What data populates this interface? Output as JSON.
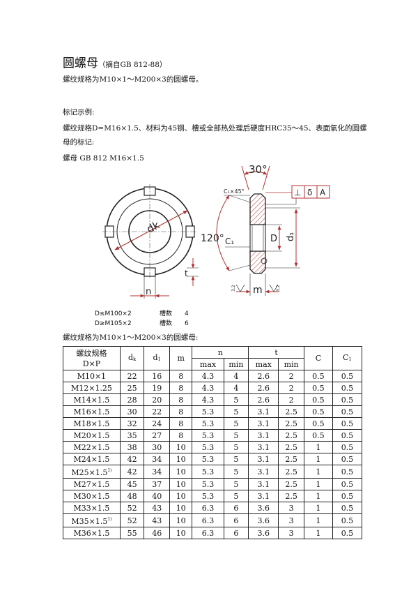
{
  "header": {
    "title": "圆螺母",
    "title_note": "（摘自GB 812-88）"
  },
  "intro": {
    "spec_range": "螺纹规格为M10×1～M200×3的圆螺母。",
    "marking_label": "标记示例:",
    "marking_line1": "螺纹规格D=M16×1.5、材料为45钢、槽或全部热处理后硬度HRC35～45、表面氧化的圆螺",
    "marking_line2": "母的标记:",
    "marking_example": "螺母   GB 812   M16×1.5"
  },
  "drawing": {
    "angle_top": "30°",
    "angle_side": "120°",
    "chamfer": "C₁×45°",
    "label_dk": "dk",
    "label_d1": "d₁",
    "label_D": "D",
    "label_C1": "C₁",
    "label_m": "m",
    "label_n": "n",
    "label_t": "t",
    "tol_perp": "⊥",
    "tol_delta": "δ",
    "tol_datum": "A",
    "rough_left": "3.2",
    "rough_right": "3.2",
    "slot_rows": [
      {
        "cond": "D≤M100×2",
        "label": "槽数",
        "count": "4"
      },
      {
        "cond": "D≥M105×2",
        "label": "槽数",
        "count": "6"
      }
    ]
  },
  "table": {
    "caption": "螺纹规格为M10×1～M200×3的圆螺母:",
    "headers": {
      "spec_line1": "螺纹规格",
      "spec_line2": "D×P",
      "dk": "d",
      "dk_sub": "k",
      "d1": "d",
      "d1_sub": "1",
      "m": "m",
      "n": "n",
      "t": "t",
      "C": "C",
      "C1": "C",
      "C1_sub": "1",
      "max": "max",
      "min": "min"
    },
    "rows": [
      {
        "spec": "M10×1",
        "sup": "",
        "dk": "22",
        "d1": "16",
        "m": "8",
        "n_max": "4.3",
        "n_min": "4",
        "t_max": "2.6",
        "t_min": "2",
        "C": "0.5",
        "C1": "0.5"
      },
      {
        "spec": "M12×1.25",
        "sup": "",
        "dk": "25",
        "d1": "19",
        "m": "8",
        "n_max": "4.3",
        "n_min": "4",
        "t_max": "2.6",
        "t_min": "2",
        "C": "0.5",
        "C1": "0.5"
      },
      {
        "spec": "M14×1.5",
        "sup": "",
        "dk": "28",
        "d1": "20",
        "m": "8",
        "n_max": "4.3",
        "n_min": "5",
        "t_max": "2.6",
        "t_min": "2",
        "C": "0.5",
        "C1": "0.5"
      },
      {
        "spec": "M16×1.5",
        "sup": "",
        "dk": "30",
        "d1": "22",
        "m": "8",
        "n_max": "5.3",
        "n_min": "5",
        "t_max": "3.1",
        "t_min": "2.5",
        "C": "0.5",
        "C1": "0.5"
      },
      {
        "spec": "M18×1.5",
        "sup": "",
        "dk": "32",
        "d1": "24",
        "m": "8",
        "n_max": "5.3",
        "n_min": "5",
        "t_max": "3.1",
        "t_min": "2.5",
        "C": "0.5",
        "C1": "0.5"
      },
      {
        "spec": "M20×1.5",
        "sup": "",
        "dk": "35",
        "d1": "27",
        "m": "8",
        "n_max": "5.3",
        "n_min": "5",
        "t_max": "3.1",
        "t_min": "2.5",
        "C": "0.5",
        "C1": "0.5"
      },
      {
        "spec": "M22×1.5",
        "sup": "",
        "dk": "38",
        "d1": "30",
        "m": "10",
        "n_max": "5.3",
        "n_min": "5",
        "t_max": "3.1",
        "t_min": "2.5",
        "C": "1",
        "C1": "0.5"
      },
      {
        "spec": "M24×1.5",
        "sup": "",
        "dk": "42",
        "d1": "34",
        "m": "10",
        "n_max": "5.3",
        "n_min": "5",
        "t_max": "3.1",
        "t_min": "2.5",
        "C": "1",
        "C1": "0.5"
      },
      {
        "spec": "M25×1.5",
        "sup": "1)",
        "dk": "42",
        "d1": "34",
        "m": "10",
        "n_max": "5.3",
        "n_min": "5",
        "t_max": "3.1",
        "t_min": "2.5",
        "C": "1",
        "C1": "0.5"
      },
      {
        "spec": "M27×1.5",
        "sup": "",
        "dk": "45",
        "d1": "37",
        "m": "10",
        "n_max": "5.3",
        "n_min": "5",
        "t_max": "3.1",
        "t_min": "2.5",
        "C": "1",
        "C1": "0.5"
      },
      {
        "spec": "M30×1.5",
        "sup": "",
        "dk": "48",
        "d1": "40",
        "m": "10",
        "n_max": "5.3",
        "n_min": "5",
        "t_max": "3.1",
        "t_min": "2.5",
        "C": "1",
        "C1": "0.5"
      },
      {
        "spec": "M33×1.5",
        "sup": "",
        "dk": "52",
        "d1": "43",
        "m": "10",
        "n_max": "6.3",
        "n_min": "6",
        "t_max": "3.6",
        "t_min": "3",
        "C": "1",
        "C1": "0.5"
      },
      {
        "spec": "M35×1.5",
        "sup": "1)",
        "dk": "52",
        "d1": "43",
        "m": "10",
        "n_max": "6.3",
        "n_min": "6",
        "t_max": "3.6",
        "t_min": "3",
        "C": "1",
        "C1": "0.5"
      },
      {
        "spec": "M36×1.5",
        "sup": "",
        "dk": "55",
        "d1": "46",
        "m": "10",
        "n_max": "6.3",
        "n_min": "6",
        "t_max": "3.6",
        "t_min": "3",
        "C": "1",
        "C1": "0.5"
      }
    ]
  }
}
